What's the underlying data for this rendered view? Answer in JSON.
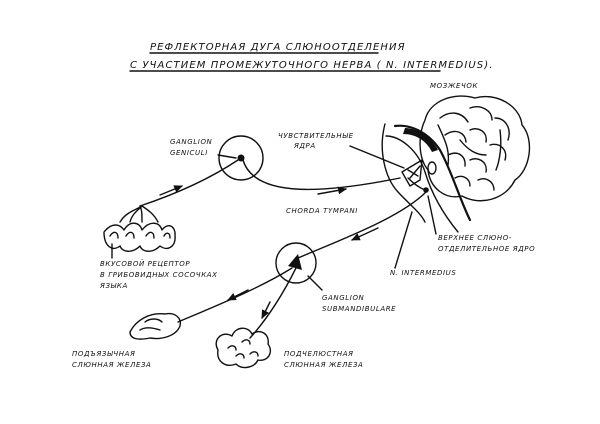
{
  "title": {
    "line1": "РЕФЛЕКТОРНАЯ ДУГА СЛЮНООТДЕЛЕНИЯ",
    "line2": "С УЧАСТИЕМ ПРОМЕЖУТОЧНОГО НЕРВА ( N. INTERMEDIUS)."
  },
  "labels": {
    "cerebellum": "МОЗЖЕЧОК",
    "sensory_nuclei": [
      "ЧУВСТВИТЕЛЬНЫЕ",
      "ЯДРА"
    ],
    "ganglion_geniculi": [
      "GANGLION",
      "GENICULI"
    ],
    "chorda_tympani": "CHORDA TYMPANI",
    "salivatory_nucleus": [
      "ВЕРХНЕЕ СЛЮНО-",
      "ОТДЕЛИТЕЛЬНОЕ ЯДРО"
    ],
    "n_intermedius": "N. INTERMEDIUS",
    "taste_receptor": [
      "ВКУСОВОЙ РЕЦЕПТОР",
      "В ГРИБОВИДНЫХ СОСОЧКАХ",
      "ЯЗЫКА"
    ],
    "ganglion_submandibulare": [
      "GANGLION",
      "SUBMANDIBULARE"
    ],
    "sublingual_gland": [
      "ПОДЪЯЗЫЧНАЯ",
      "СЛЮННАЯ ЖЕЛЕЗА"
    ],
    "submandibular_gland": [
      "ПОДЧЕЛЮСТНАЯ",
      "СЛЮННАЯ ЖЕЛЕЗА"
    ]
  }
}
